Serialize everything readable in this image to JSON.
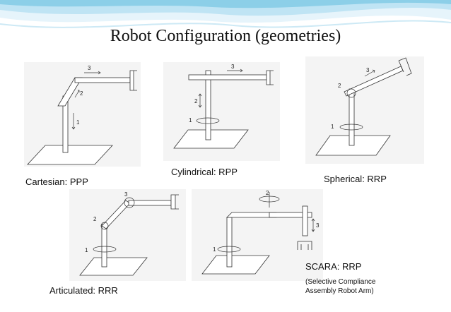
{
  "title": "Robot Configuration (geometries)",
  "configurations": [
    {
      "id": "cartesian",
      "label": "Cartesian: PPP",
      "joint_labels": [
        "1",
        "2",
        "3"
      ]
    },
    {
      "id": "cylindrical",
      "label": "Cylindrical: RPP",
      "joint_labels": [
        "1",
        "2",
        "3"
      ]
    },
    {
      "id": "spherical",
      "label": "Spherical: RRP",
      "joint_labels": [
        "1",
        "2",
        "3"
      ]
    },
    {
      "id": "articulated",
      "label": "Articulated: RRR",
      "joint_labels": [
        "1",
        "2",
        "3"
      ]
    },
    {
      "id": "scara",
      "label": "SCARA: RRP",
      "sublabel_line1": "(Selective Compliance",
      "sublabel_line2": "Assembly Robot Arm)",
      "joint_labels": [
        "1",
        "2",
        "3"
      ]
    }
  ],
  "colors": {
    "header_light": "#e6f4fb",
    "header_mid": "#bfe4f4",
    "header_dark": "#8ccfe8",
    "panel_bg": "#f4f4f4",
    "line": "#333333"
  }
}
